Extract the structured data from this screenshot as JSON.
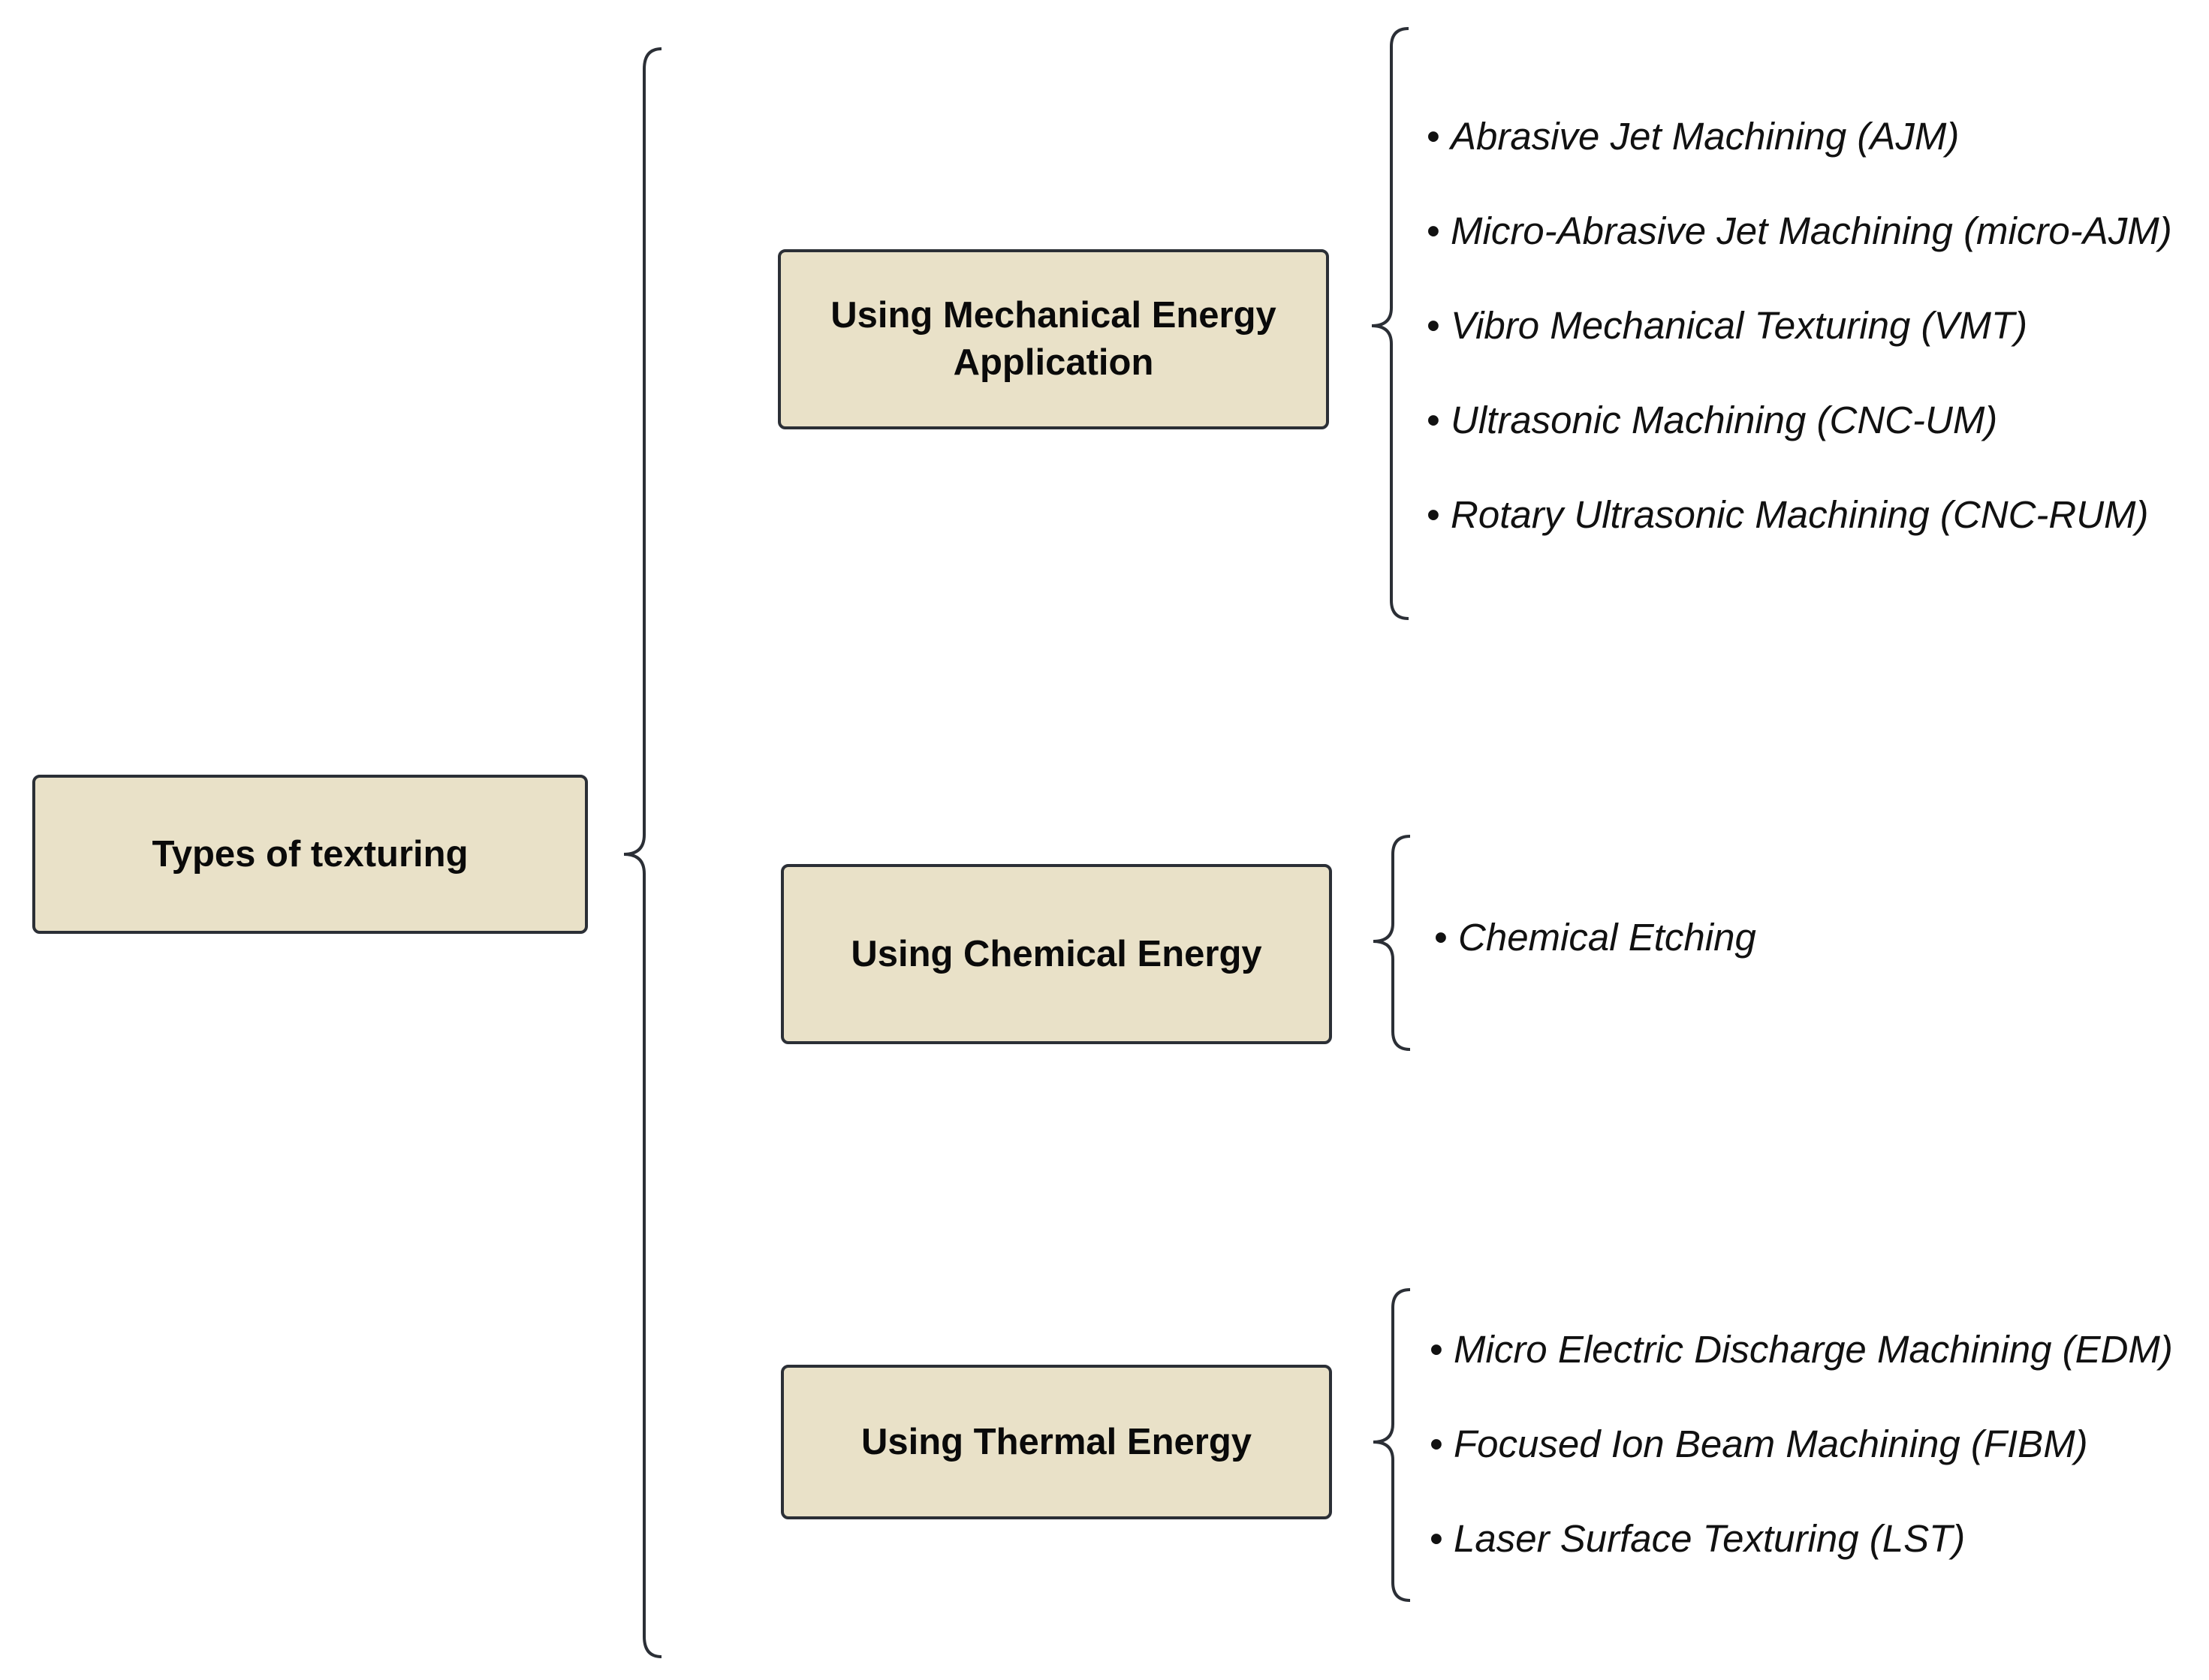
{
  "root": {
    "label": "Types of texturing"
  },
  "categories": [
    {
      "label": "Using Mechanical Energy Application",
      "items": [
        "Abrasive Jet Machining (AJM)",
        "Micro-Abrasive Jet Machining (micro-AJM)",
        "Vibro Mechanical Texturing (VMT)",
        "Ultrasonic Machining (CNC-UM)",
        "Rotary Ultrasonic Machining (CNC-RUM)"
      ]
    },
    {
      "label": "Using Chemical Energy",
      "items": [
        "Chemical Etching"
      ]
    },
    {
      "label": "Using Thermal Energy",
      "items": [
        "Micro Electric Discharge Machining (EDM)",
        "Focused Ion Beam Machining (FIBM)",
        "Laser Surface Texturing (LST)"
      ]
    }
  ],
  "colors": {
    "box_fill": "#e9e1c8",
    "stroke": "#2b2f36"
  },
  "bullet_symbol": "•"
}
